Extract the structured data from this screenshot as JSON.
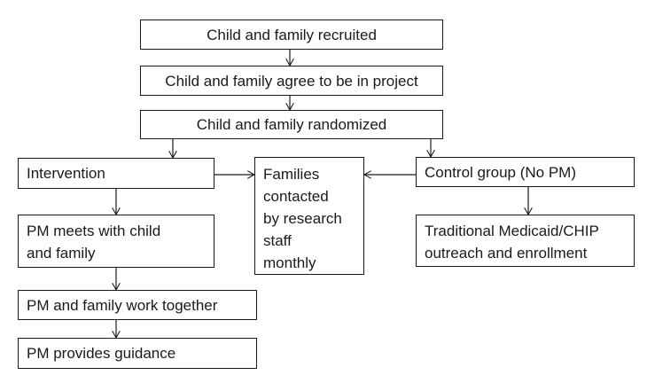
{
  "boxes": {
    "recruited": "Child and family recruited",
    "agree": "Child and family agree to be in project",
    "randomized": "Child and family randomized",
    "intervention": "Intervention",
    "control": "Control group  (No PM)",
    "families_contacted": [
      "Families",
      "contacted",
      "by research",
      "staff",
      "monthly"
    ],
    "pm_meets": [
      "PM meets with child",
      "and family"
    ],
    "traditional": [
      "Traditional Medicaid/CHIP",
      "outreach and enrollment"
    ],
    "pm_work": "PM and family work together",
    "pm_guidance": "PM provides guidance"
  }
}
